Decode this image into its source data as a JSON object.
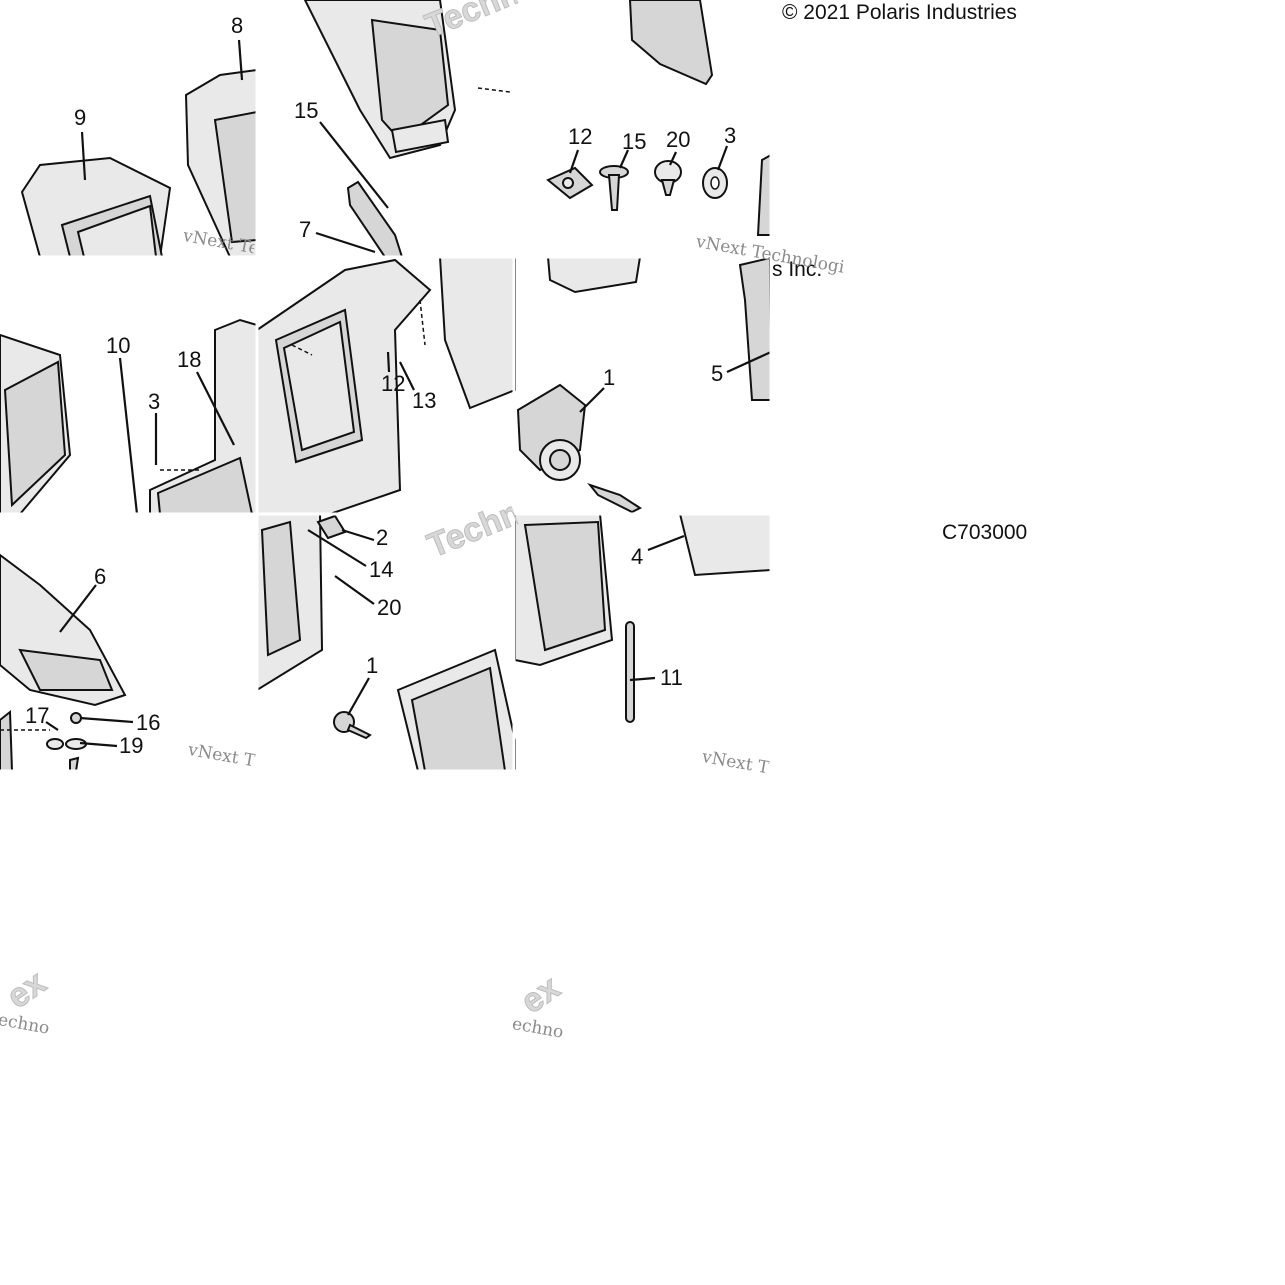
{
  "copyright": "© 2021 Polaris Industries",
  "copyright_suffix": "s Inc.",
  "figure_code": "C703000",
  "watermarks": {
    "small": "vNext Technologies",
    "big": "vNext Technologies",
    "fragment_techno": "Techno",
    "fragment_ex": "ex",
    "fragment_echno": "echno"
  },
  "callouts": [
    {
      "id": "c-8",
      "label": "8"
    },
    {
      "id": "c-9",
      "label": "9"
    },
    {
      "id": "c-15a",
      "label": "15"
    },
    {
      "id": "c-7",
      "label": "7"
    },
    {
      "id": "c-12a",
      "label": "12"
    },
    {
      "id": "c-15b",
      "label": "15"
    },
    {
      "id": "c-20a",
      "label": "20"
    },
    {
      "id": "c-3a",
      "label": "3"
    },
    {
      "id": "c-10",
      "label": "10"
    },
    {
      "id": "c-18",
      "label": "18"
    },
    {
      "id": "c-3b",
      "label": "3"
    },
    {
      "id": "c-12b",
      "label": "12"
    },
    {
      "id": "c-13",
      "label": "13"
    },
    {
      "id": "c-1a",
      "label": "1"
    },
    {
      "id": "c-5",
      "label": "5"
    },
    {
      "id": "c-6",
      "label": "6"
    },
    {
      "id": "c-2",
      "label": "2"
    },
    {
      "id": "c-14",
      "label": "14"
    },
    {
      "id": "c-20b",
      "label": "20"
    },
    {
      "id": "c-1b",
      "label": "1"
    },
    {
      "id": "c-4",
      "label": "4"
    },
    {
      "id": "c-11",
      "label": "11"
    },
    {
      "id": "c-17",
      "label": "17"
    },
    {
      "id": "c-16",
      "label": "16"
    },
    {
      "id": "c-19",
      "label": "19"
    }
  ]
}
